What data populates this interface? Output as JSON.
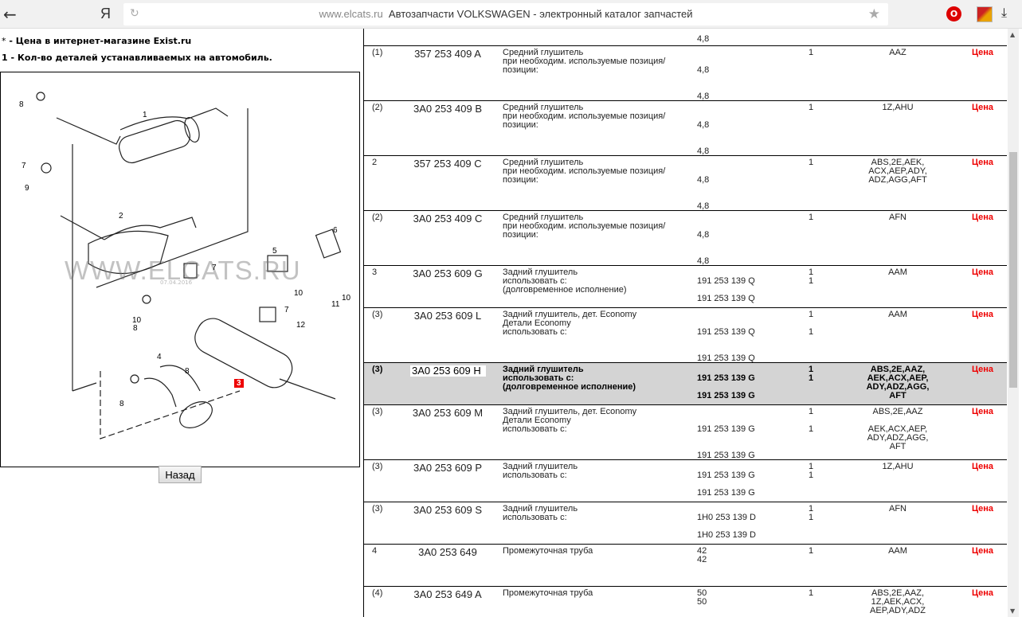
{
  "browser": {
    "back": "←",
    "yandex": "Я",
    "reload": "↻",
    "host": "www.elcats.ru",
    "title": "Автозапчасти VOLKSWAGEN - электронный каталог запчастей",
    "star": "★",
    "opera": "O",
    "download": "⤓"
  },
  "legend": [
    {
      "mark": "*",
      "text": " - Цена в интернет-магазине Exist.ru"
    },
    {
      "mark": "1",
      "text": " - Кол-во деталей устанавливаемых на автомобиль."
    }
  ],
  "diagram": {
    "watermark": "WWW.ELCATS.RU",
    "date": "07.04.2016",
    "labels": [
      "1",
      "2",
      "3",
      "4",
      "5",
      "6",
      "7",
      "7",
      "7",
      "8",
      "8",
      "8",
      "8",
      "9",
      "10",
      "10",
      "10",
      "11",
      "12"
    ],
    "selected": "3"
  },
  "back_button": "Назад",
  "rows": [
    {
      "pos": "",
      "number": "",
      "desc": [],
      "refs": [
        "4,8"
      ],
      "qty": [],
      "models": [],
      "price": ""
    },
    {
      "pos": "(1)",
      "number": "357 253 409 A",
      "desc": [
        "Средний глушитель",
        "при необходим. используемые позиция/",
        "позиции:"
      ],
      "refs": [
        "",
        "",
        "4,8",
        "",
        "",
        "4,8"
      ],
      "qty": [
        "1"
      ],
      "models": [
        "AAZ"
      ],
      "price": "Цена"
    },
    {
      "pos": "(2)",
      "number": "3A0 253 409 B",
      "desc": [
        "Средний глушитель",
        "при необходим. используемые позиция/",
        "позиции:"
      ],
      "refs": [
        "",
        "",
        "4,8",
        "",
        "",
        "4,8"
      ],
      "qty": [
        "1"
      ],
      "models": [
        "1Z,AHU"
      ],
      "price": "Цена"
    },
    {
      "pos": "2",
      "number": "357 253 409 C",
      "desc": [
        "Средний глушитель",
        "при необходим. используемые позиция/",
        "позиции:"
      ],
      "refs": [
        "",
        "",
        "4,8",
        "",
        "",
        "4,8"
      ],
      "qty": [
        "1"
      ],
      "models": [
        "ABS,2E,AEK,",
        "ACX,AEP,ADY,",
        "ADZ,AGG,AFT"
      ],
      "price": "Цена"
    },
    {
      "pos": "(2)",
      "number": "3A0 253 409 C",
      "desc": [
        "Средний глушитель",
        "при необходим. используемые позиция/",
        "позиции:"
      ],
      "refs": [
        "",
        "",
        "4,8",
        "",
        "",
        "4,8"
      ],
      "qty": [
        "1"
      ],
      "models": [
        "AFN"
      ],
      "price": "Цена"
    },
    {
      "pos": "3",
      "number": "3A0 253 609 G",
      "desc": [
        "Задний глушитель",
        "использовать с:",
        "(долговременное исполнение)"
      ],
      "refs": [
        "",
        "191 253 139 Q",
        "",
        "191 253 139 Q"
      ],
      "qty": [
        "1",
        "1"
      ],
      "models": [
        "AAM"
      ],
      "price": "Цена"
    },
    {
      "pos": "(3)",
      "number": "3A0 253 609 L",
      "desc": [
        "Задний глушитель, дет. Economy",
        "Детали Economy",
        "использовать с:"
      ],
      "refs": [
        "",
        "",
        "191 253 139 Q",
        "",
        "",
        "191 253 139 Q"
      ],
      "qty": [
        "1",
        "",
        "1"
      ],
      "models": [
        "AAM"
      ],
      "price": "Цена"
    },
    {
      "pos": "(3)",
      "number": "3A0 253 609 H",
      "desc": [
        "Задний глушитель",
        "использовать с:",
        "(долговременное исполнение)"
      ],
      "refs": [
        "",
        "191 253 139 G",
        "",
        "191 253 139 G"
      ],
      "qty": [
        "1",
        "1"
      ],
      "models": [
        "ABS,2E,AAZ,",
        "AEK,ACX,AEP,",
        "ADY,ADZ,AGG,",
        "AFT"
      ],
      "price": "Цена",
      "highlighted": true
    },
    {
      "pos": "(3)",
      "number": "3A0 253 609 M",
      "desc": [
        "Задний глушитель, дет. Economy",
        "Детали Economy",
        "использовать с:"
      ],
      "refs": [
        "",
        "",
        "191 253 139 G",
        "",
        "",
        "191 253 139 G"
      ],
      "qty": [
        "1",
        "",
        "1"
      ],
      "models": [
        "ABS,2E,AAZ",
        "",
        "AEK,ACX,AEP,",
        "ADY,ADZ,AGG,",
        "AFT"
      ],
      "price": "Цена"
    },
    {
      "pos": "(3)",
      "number": "3A0 253 609 P",
      "desc": [
        "Задний глушитель",
        "использовать с:"
      ],
      "refs": [
        "",
        "191 253 139 G",
        "",
        "191 253 139 G"
      ],
      "qty": [
        "1",
        "1"
      ],
      "models": [
        "1Z,AHU"
      ],
      "price": "Цена"
    },
    {
      "pos": "(3)",
      "number": "3A0 253 609 S",
      "desc": [
        "Задний глушитель",
        "использовать с:"
      ],
      "refs": [
        "",
        "1H0 253 139 D",
        "",
        "1H0 253 139 D"
      ],
      "qty": [
        "1",
        "1"
      ],
      "models": [
        "AFN"
      ],
      "price": "Цена"
    },
    {
      "pos": "4",
      "number": "3A0 253 649",
      "desc": [
        "Промежуточная труба"
      ],
      "refs": [
        "42",
        "42"
      ],
      "qty": [
        "1"
      ],
      "models": [
        "AAM"
      ],
      "price": "Цена"
    },
    {
      "pos": "(4)",
      "number": "3A0 253 649 A",
      "desc": [
        "Промежуточная труба"
      ],
      "refs": [
        "50",
        "50"
      ],
      "qty": [
        "1"
      ],
      "models": [
        "ABS,2E,AAZ,",
        "1Z,AEK,ACX,",
        "AEP,ADY,ADZ"
      ],
      "price": "Цена"
    }
  ],
  "colors": {
    "price": "#ee0000",
    "highlight": "#d4d4d4",
    "badge": "#e00000"
  }
}
